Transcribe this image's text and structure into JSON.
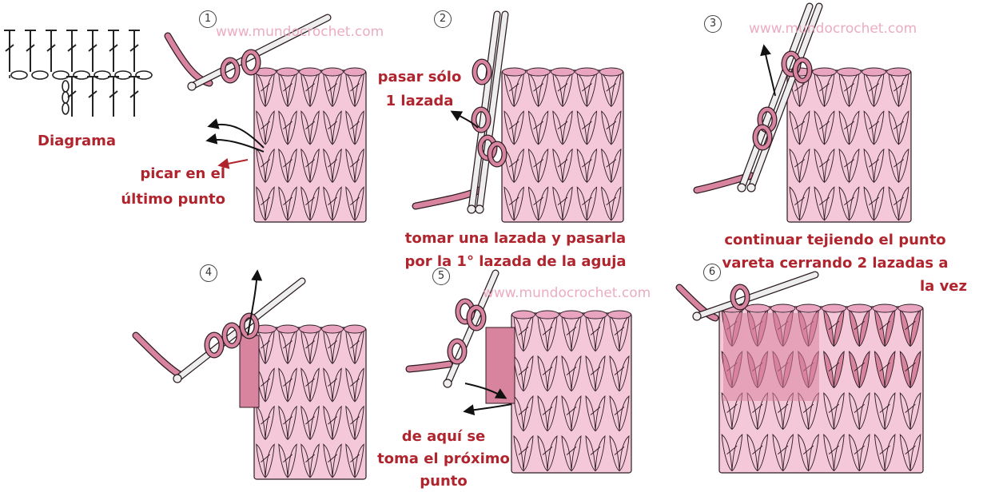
{
  "diagram_label": "Diagrama",
  "watermarks": [
    "www.mundocrochet.com",
    "www.mundocrochet.com",
    "www.mundocrochet.com"
  ],
  "steps": [
    {
      "number": "1",
      "captions": [
        "picar en el",
        "último punto"
      ]
    },
    {
      "number": "2",
      "captions": [
        "pasar sólo",
        "1 lazada",
        "tomar una lazada y pasarla",
        "por la 1° lazada de la aguja"
      ]
    },
    {
      "number": "3",
      "captions": [
        "continuar tejiendo el punto",
        "vareta cerrando 2 lazadas a",
        "la vez"
      ]
    },
    {
      "number": "4",
      "captions": []
    },
    {
      "number": "5",
      "captions": [
        "de aquí se",
        "toma el próximo",
        "punto"
      ]
    },
    {
      "number": "6",
      "captions": []
    }
  ],
  "colors": {
    "caption": "#b0242e",
    "watermark": "#e9a4bd",
    "yarn_light": "#f4c8d8",
    "yarn_mid": "#e9a5bf",
    "yarn_dark": "#d9849f",
    "outline": "#2b1b22",
    "hook": "#eeeeee"
  },
  "icons": [
    "crochet-hook-icon",
    "arrow-icon",
    "crochet-swatch-icon"
  ]
}
